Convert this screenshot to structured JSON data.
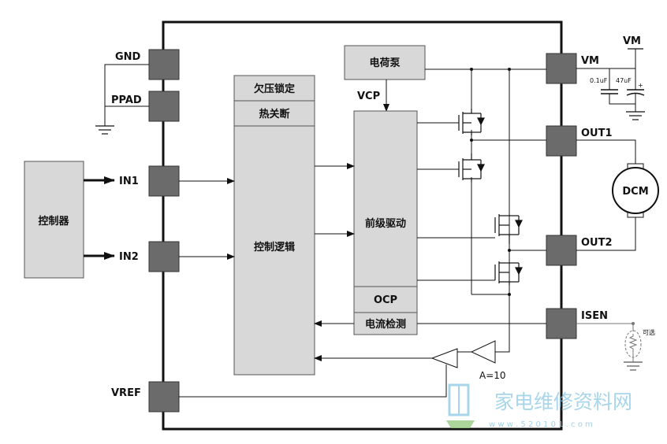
{
  "diagram": {
    "pins": {
      "gnd": "GND",
      "ppad": "PPAD",
      "in1": "IN1",
      "in2": "IN2",
      "vref": "VREF",
      "vm": "VM",
      "out1": "OUT1",
      "out2": "OUT2",
      "isen": "ISEN"
    },
    "blocks": {
      "controller": "控制器",
      "uvlo": "欠压锁定",
      "thermal": "热关断",
      "logic": "控制逻辑",
      "charge_pump": "电荷泵",
      "vcp": "VCP",
      "predriver": "前级驱动",
      "ocp": "OCP",
      "current_sense": "电流检测"
    },
    "external": {
      "vm_supply": "VM",
      "cap1": "0.1uF",
      "cap2": "47uF",
      "motor": "DCM",
      "optional": "可选",
      "gain": "A=10"
    },
    "watermark": {
      "text": "家电维修资料网",
      "url": "w w w . 5 2 0 1 0 1 . c o m"
    }
  }
}
